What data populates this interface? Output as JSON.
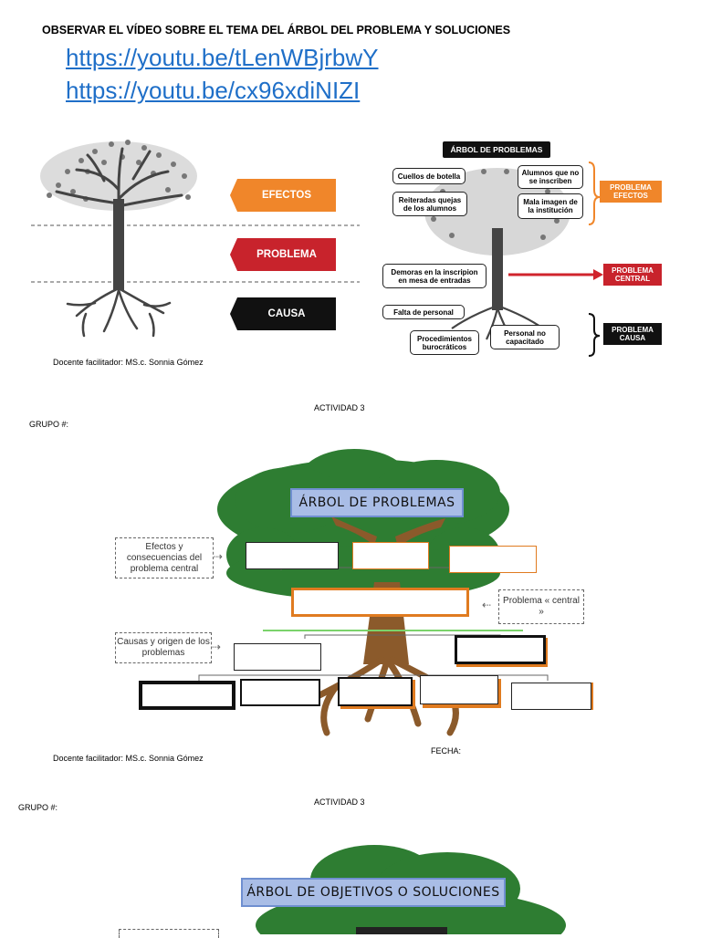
{
  "header": {
    "title": "OBSERVAR EL VÍDEO SOBRE EL TEMA DEL ÁRBOL DEL PROBLEMA Y SOLUCIONES",
    "link1": "https://youtu.be/tLenWBjrbwY",
    "link2": "https://youtu.be/cx96xdiNIZI"
  },
  "left_diagram": {
    "labels": [
      "EFECTOS",
      "PROBLEMA",
      "CAUSA"
    ],
    "colors": [
      "#f0862a",
      "#c8232c",
      "#111111"
    ]
  },
  "right_diagram": {
    "title": "ÁRBOL DE PROBLEMAS",
    "effects": [
      "Cuellos de botella",
      "Reiteradas quejas de los alumnos",
      "Alumnos que no se inscriben",
      "Mala imagen de la institución"
    ],
    "central": "Demoras en la inscripion en mesa de entradas",
    "causes": [
      "Falta de personal",
      "Procedimientos burocráticos",
      "Personal no capacitado"
    ],
    "tag_effects": "PROBLEMA EFECTOS",
    "tag_central": "PROBLEMA CENTRAL",
    "tag_cause": "PROBLEMA CAUSA"
  },
  "credit": "Docente facilitador: MS.c. Sonnia Gómez",
  "activity1": {
    "label": "ACTIVIDAD 3",
    "group": "GRUPO #:",
    "tree_title": "ÁRBOL DE PROBLEMAS",
    "note_effects": "Efectos y consecuencias del problema central",
    "note_central": "Problema « central »",
    "note_causes": "Causas y origen de los problemas",
    "credit": "Docente facilitador: MS.c. Sonnia Gómez",
    "date": "FECHA:"
  },
  "activity2": {
    "label": "ACTIVIDAD 3",
    "group": "GRUPO #:",
    "tree_title": "ÁRBOL DE OBJETIVOS O SOLUCIONES"
  }
}
